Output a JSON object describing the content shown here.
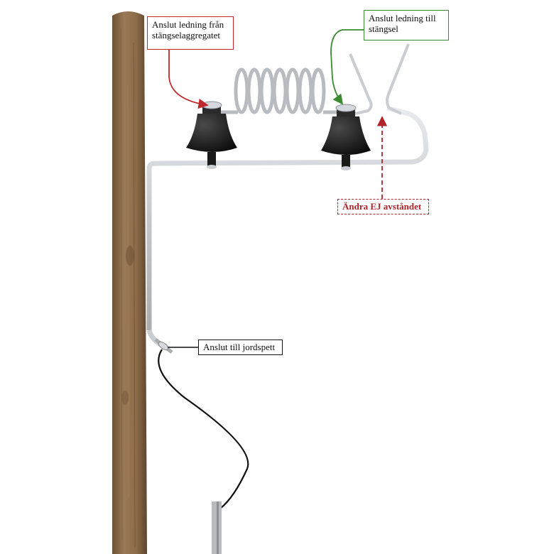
{
  "callouts": {
    "generator": {
      "lines": [
        "Anslut ledning från",
        "stängselaggregatet"
      ]
    },
    "fence": {
      "lines": [
        "Anslut ledning till",
        "stängsel"
      ]
    },
    "ground": {
      "text": "Anslut till jordspett"
    },
    "spacing": {
      "text": "Ändra EJ avståndet"
    }
  },
  "colors": {
    "generator_arrow": "#c0282d",
    "fence_arrow": "#3a8a32",
    "spacing_arrow": "#b0232a",
    "ground_line": "#111111",
    "post": "#8b6a48",
    "metal": "#c9ccd0"
  }
}
